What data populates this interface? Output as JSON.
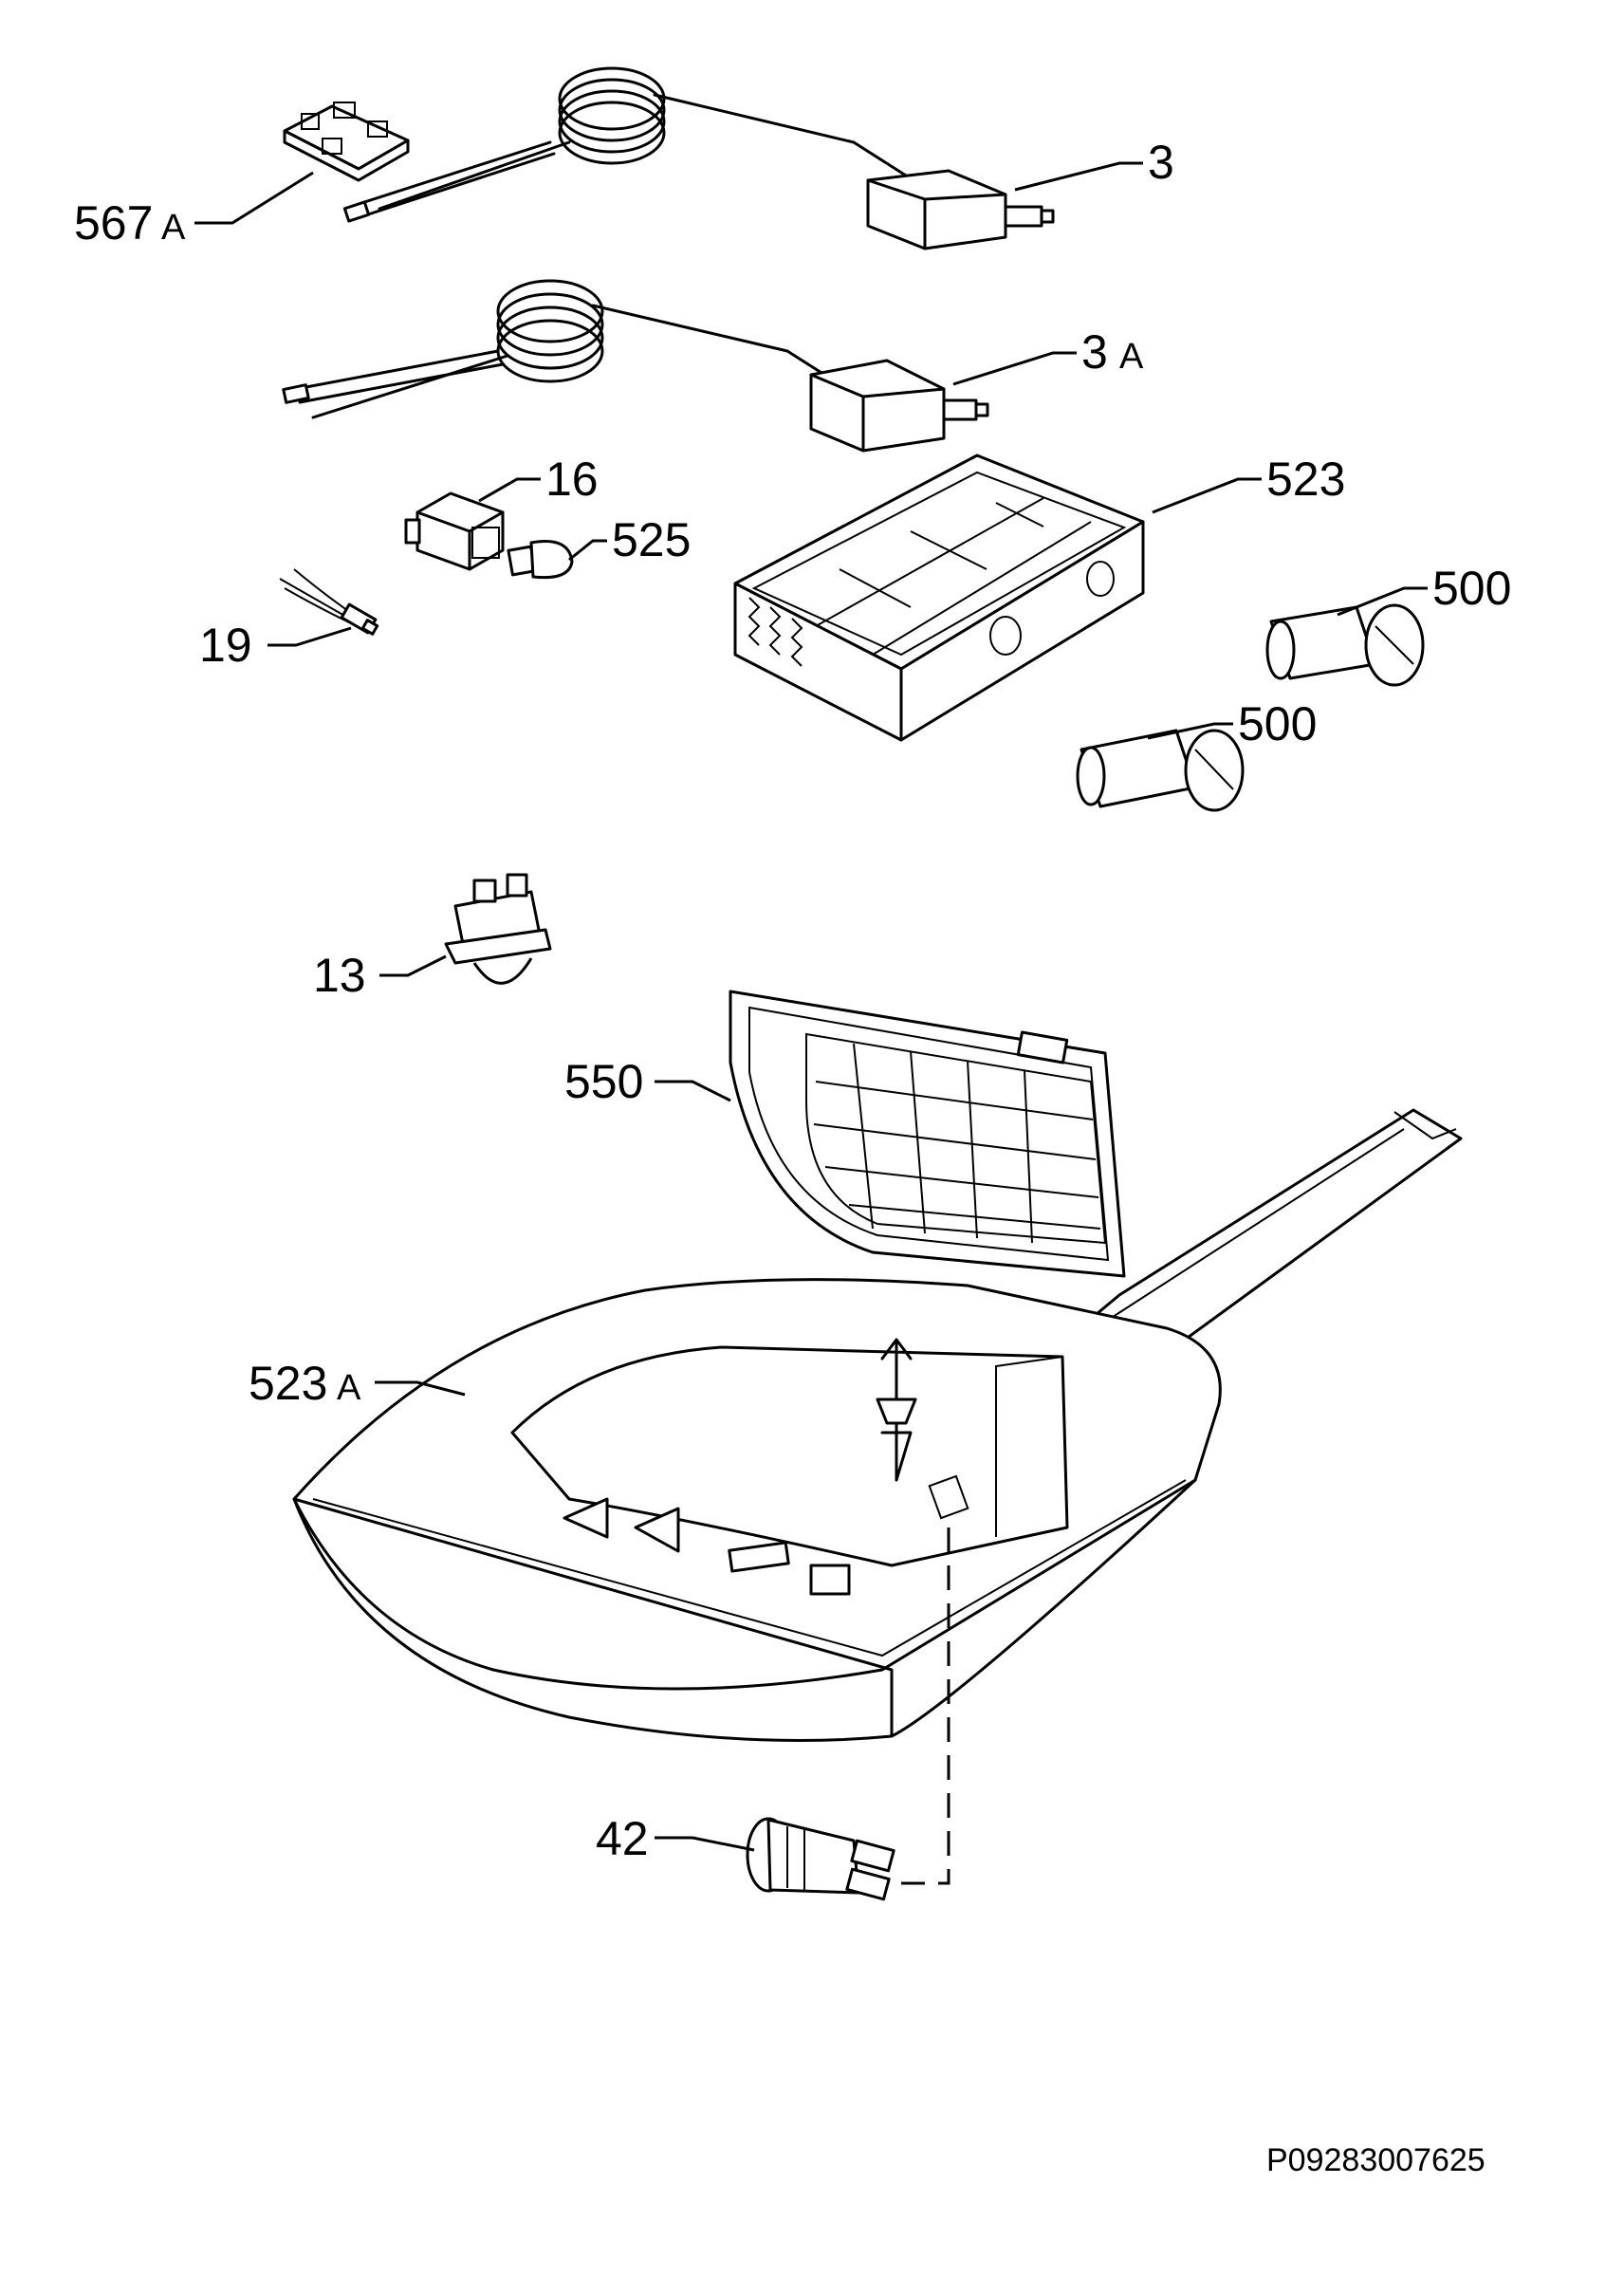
{
  "callouts": {
    "c567": {
      "num": "567",
      "suffix": "A"
    },
    "c3": {
      "num": "3",
      "suffix": ""
    },
    "c3a": {
      "num": "3",
      "suffix": "A"
    },
    "c16": {
      "num": "16",
      "suffix": ""
    },
    "c523": {
      "num": "523",
      "suffix": ""
    },
    "c525": {
      "num": "525",
      "suffix": ""
    },
    "c500a": {
      "num": "500",
      "suffix": ""
    },
    "c19": {
      "num": "19",
      "suffix": ""
    },
    "c500b": {
      "num": "500",
      "suffix": ""
    },
    "c13": {
      "num": "13",
      "suffix": ""
    },
    "c550": {
      "num": "550",
      "suffix": ""
    },
    "c523a": {
      "num": "523",
      "suffix": "A"
    },
    "c42": {
      "num": "42",
      "suffix": ""
    }
  },
  "drawing_code": "P09283007625"
}
